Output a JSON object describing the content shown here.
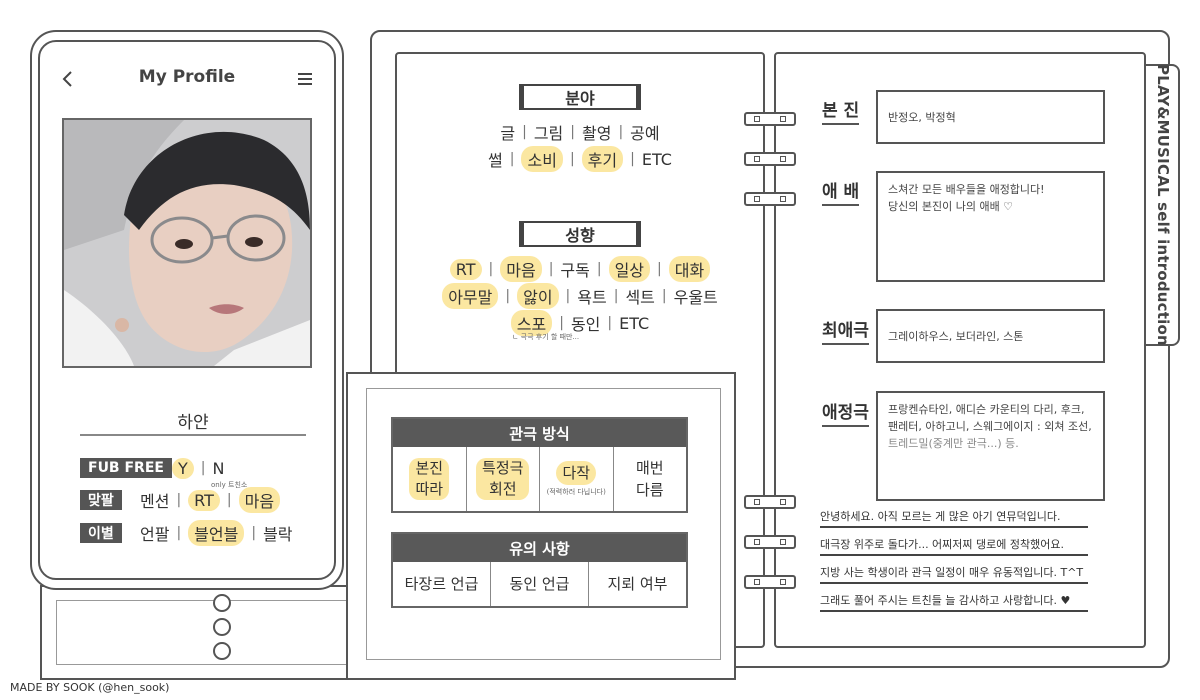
{
  "credit": "MADE BY SOOK (@hen_sook)",
  "colors": {
    "highlight": "#fbe7a1",
    "dark_label": "#555555",
    "line": "#555555"
  },
  "phone": {
    "title": "My Profile",
    "back_icon": "chevron-left-icon",
    "menu_icon": "hamburger-menu-icon",
    "name": "하얀",
    "fub_free": {
      "label": "FUB FREE",
      "y": "Y",
      "n": "N"
    },
    "matpal": {
      "label": "맞팔",
      "note": "only 트친소",
      "items": [
        "멘션",
        "RT",
        "마음"
      ]
    },
    "ibyeol": {
      "label": "이별",
      "items": [
        "언팔",
        "블언블",
        "블락"
      ]
    }
  },
  "left_page": {
    "field": {
      "title": "분야",
      "row1": [
        "글",
        "그림",
        "촬영",
        "공예"
      ],
      "row2": [
        "썰",
        "소비",
        "후기",
        "ETC"
      ]
    },
    "tendency": {
      "title": "성향",
      "row1": [
        "RT",
        "마음",
        "구독",
        "일상",
        "대화"
      ],
      "row2": [
        "아무말",
        "앓이",
        "욕트",
        "섹트",
        "우울트"
      ],
      "row3": [
        "스포",
        "동인",
        "ETC"
      ],
      "note": "ㄴ 극극 후기 할 때만..."
    }
  },
  "ticket": {
    "viewing": {
      "title": "관극 방식",
      "cells": [
        [
          "본진",
          "따라"
        ],
        [
          "특정극",
          "회전"
        ],
        [
          "다작"
        ],
        [
          "매번",
          "다름"
        ]
      ],
      "note": "(적력하러 다닙니다)"
    },
    "caution": {
      "title": "유의 사항",
      "cells": [
        "타장르 언급",
        "동인 언급",
        "지뢰 여부"
      ]
    }
  },
  "right_page": {
    "tab": "PLAY&MUSICAL self introduction",
    "bonjin": {
      "label": "본 진",
      "text": "반정오, 박정혁"
    },
    "aebae": {
      "label": "애 배",
      "text1": "스쳐간 모든 배우들을 애정합니다!",
      "text2": "당신의 본진이 나의 애배 ♡"
    },
    "favorite": {
      "label": "최애극",
      "text": "그레이하우스, 보더라인, 스톤"
    },
    "loved": {
      "label": "애정극",
      "text1": "프랑켄슈타인, 애디슨 카운티의 다리, 후크,",
      "text2": "팬레터, 아하고니, 스웨그에이지 : 외쳐 조선,",
      "text3": "트레드밀(중계만 관극...) 등."
    },
    "intro": [
      "안녕하세요. 아직 모르는 게 많은 아기 연뮤덕입니다.",
      "대극장 위주로 돌다가... 어찌저찌 댕로에 정착했어요.",
      "지방 사는 학생이라 관극 일정이 매우 유동적입니다. T^T",
      "그래도 풀어 주시는 트친들 늘 감사하고 사랑합니다. ♥"
    ]
  }
}
